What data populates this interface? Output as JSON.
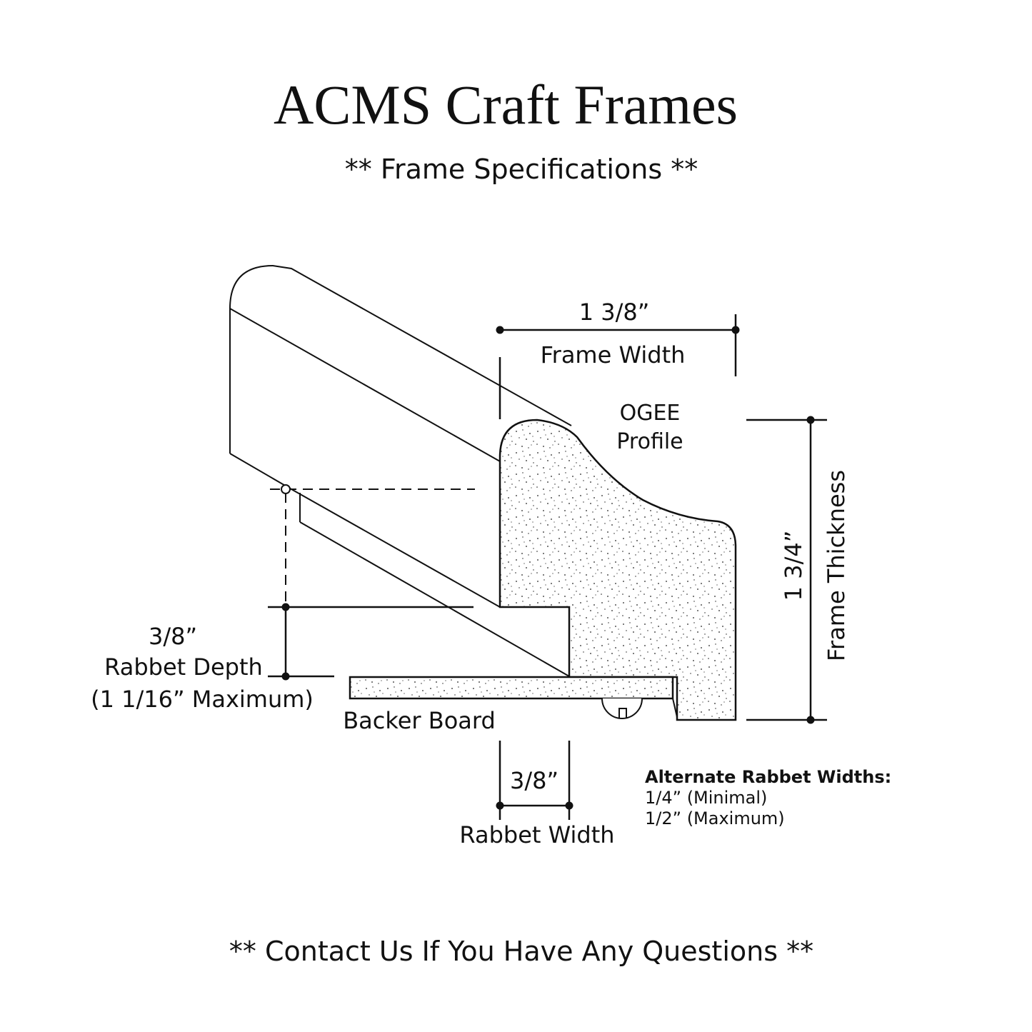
{
  "header": {
    "title": "ACMS Craft Frames",
    "subtitle": "** Frame Specifications **"
  },
  "dimensions": {
    "frame_width_value": "1 3/8”",
    "frame_width_label": "Frame Width",
    "frame_thickness_value": "1 3/4”",
    "frame_thickness_label": "Frame Thickness",
    "rabbet_depth_value": "3/8”",
    "rabbet_depth_label": "Rabbet Depth",
    "rabbet_depth_max": "(1 1/16” Maximum)",
    "rabbet_width_value": "3/8”",
    "rabbet_width_label": "Rabbet Width"
  },
  "profile": {
    "line1": "OGEE",
    "line2": "Profile"
  },
  "parts": {
    "backer_board": "Backer Board"
  },
  "alternates": {
    "heading": "Alternate Rabbet Widths:",
    "option1": "1/4” (Minimal)",
    "option2": "1/2” (Maximum)"
  },
  "footer": {
    "contact": "** Contact Us If You Have Any Questions **"
  },
  "colors": {
    "ink": "#111111",
    "background": "#ffffff"
  }
}
